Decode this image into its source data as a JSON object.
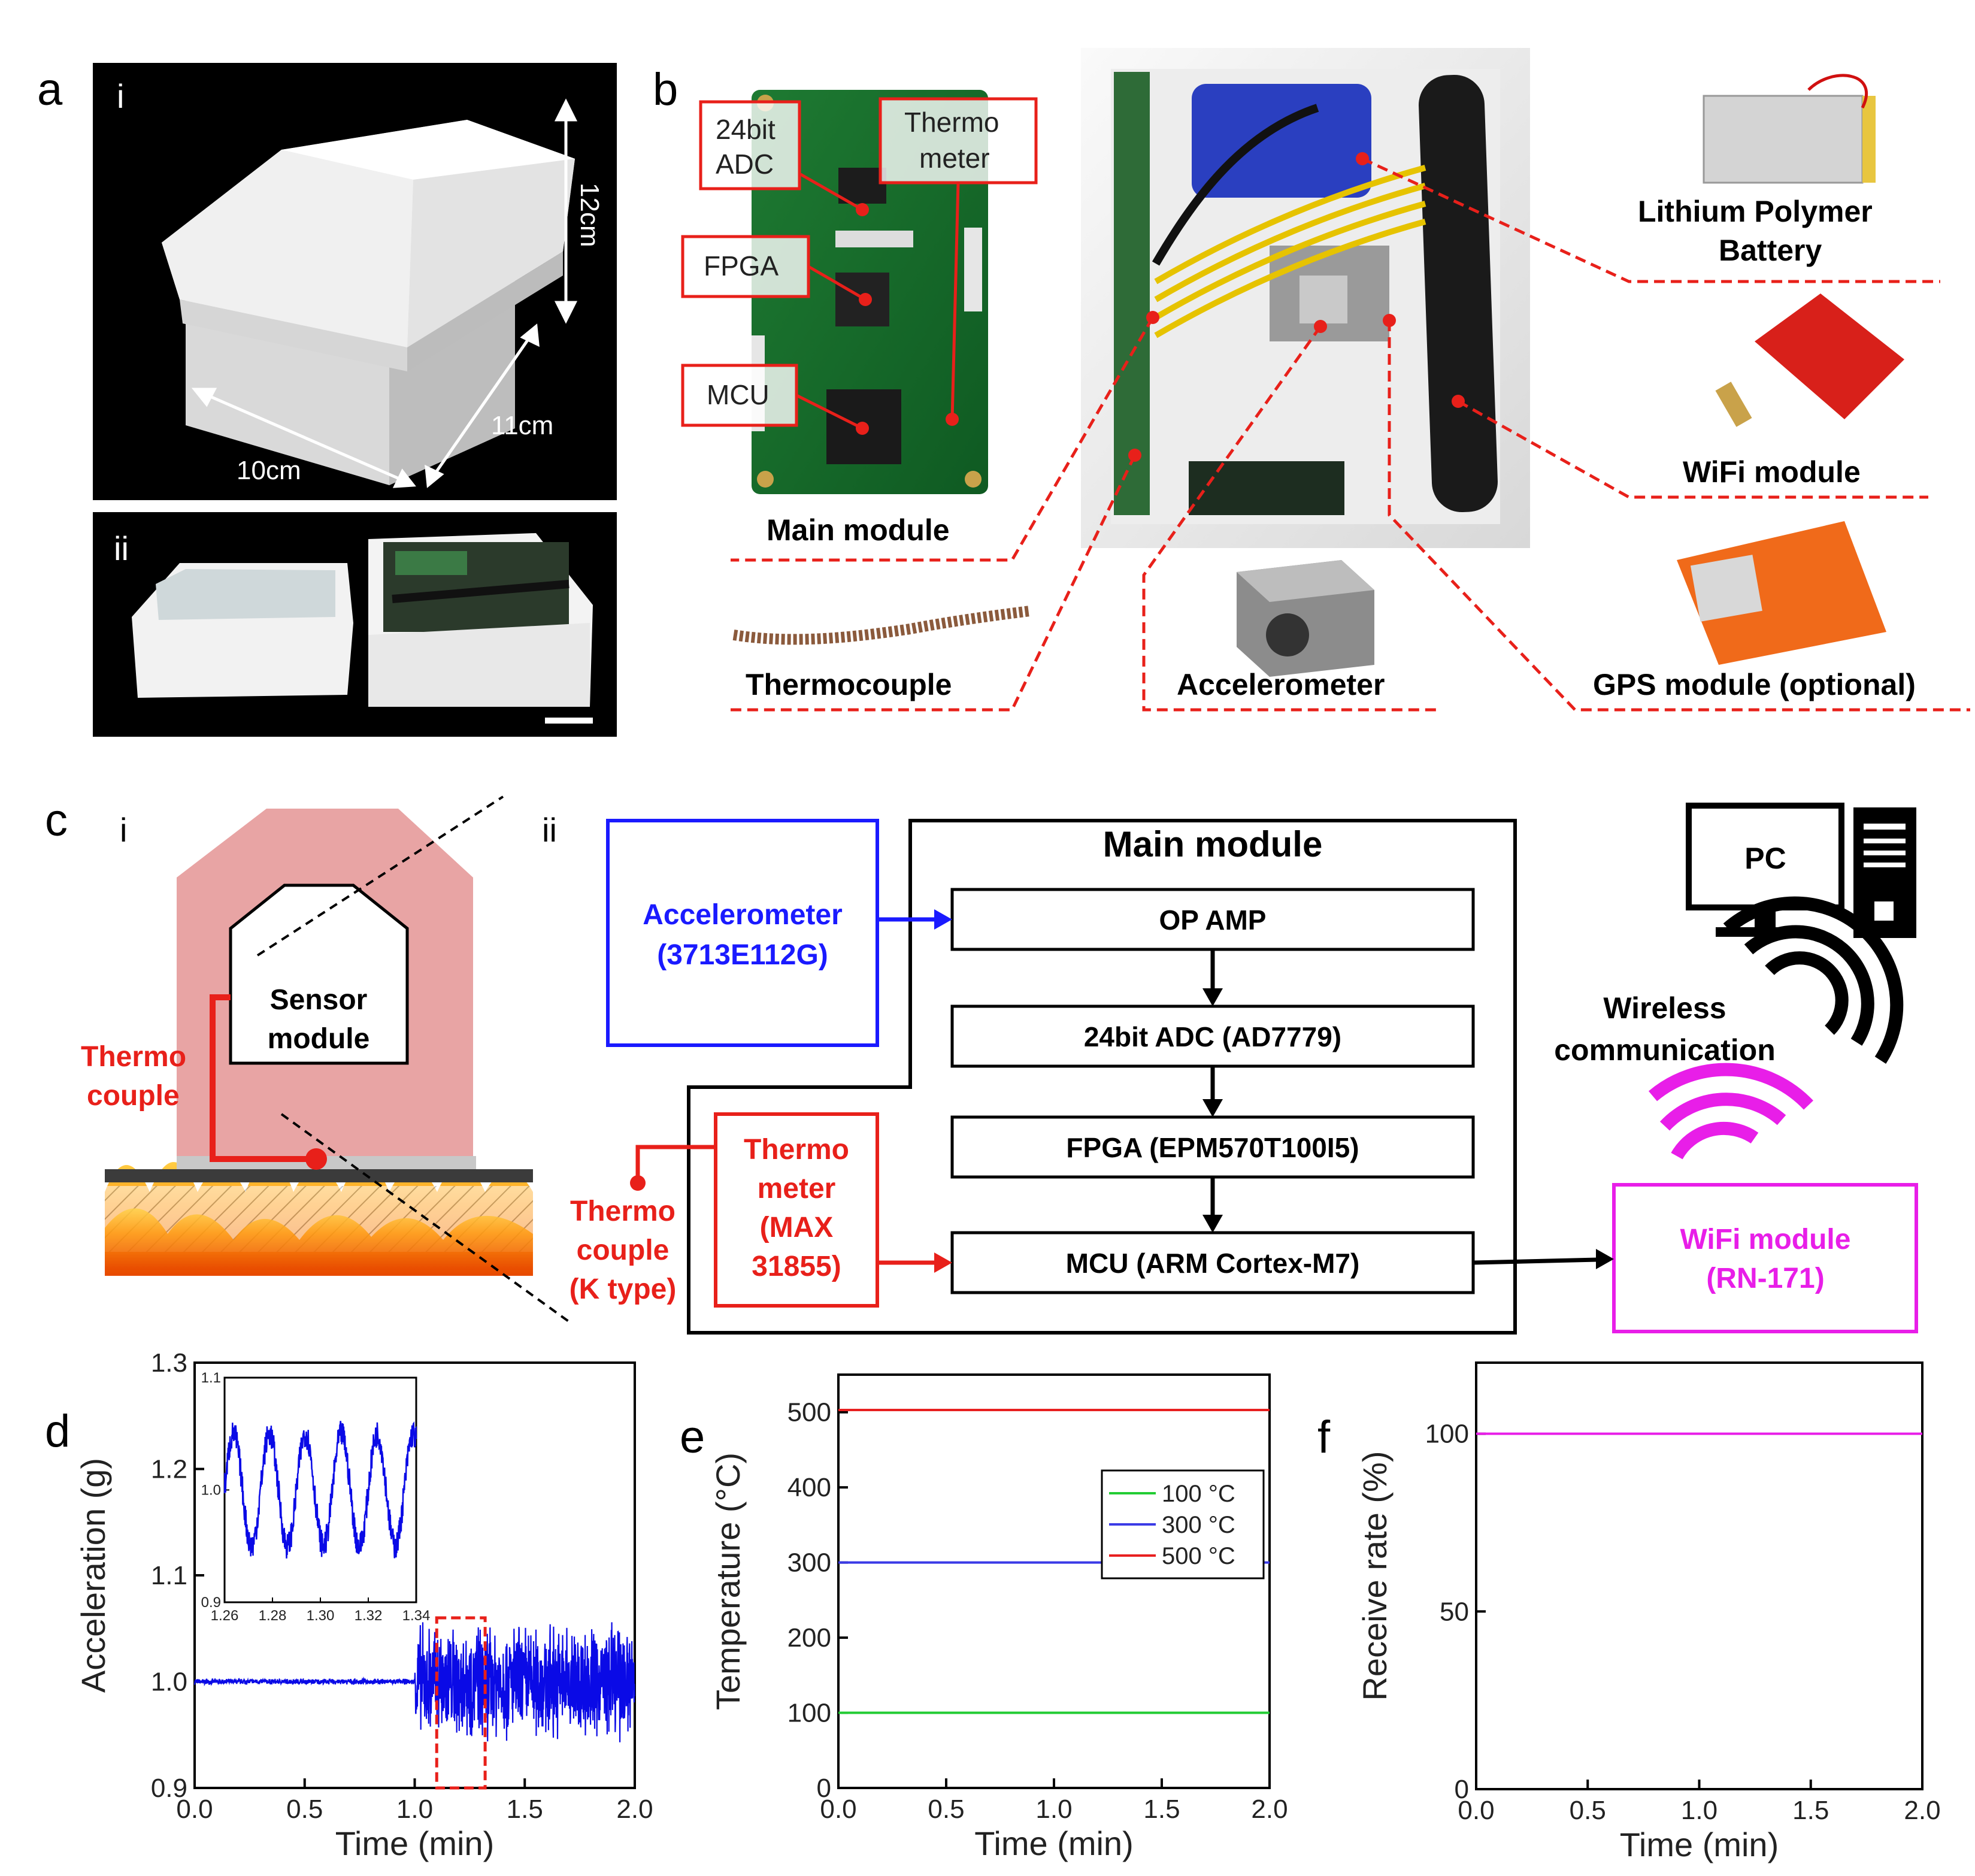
{
  "panels": {
    "a": "a",
    "b": "b",
    "c": "c",
    "d": "d",
    "e": "e",
    "f": "f",
    "i": "i",
    "ii": "ii"
  },
  "panel_a": {
    "dims": {
      "height": "12cm",
      "depth": "11cm",
      "width": "10cm"
    }
  },
  "panel_b": {
    "board_labels": {
      "adc_line1": "24bit",
      "adc_line2": "ADC",
      "thermo_line1": "Thermo",
      "thermo_line2": "meter",
      "fpga": "FPGA",
      "mcu": "MCU"
    },
    "captions": {
      "main_module": "Main module",
      "thermocouple": "Thermocouple",
      "accelerometer": "Accelerometer",
      "battery_line1": "Lithium  Polymer",
      "battery_line2": "Battery",
      "wifi": "WiFi module",
      "gps": "GPS module (optional)"
    },
    "colors": {
      "label_red": "#e8201a"
    }
  },
  "panel_c": {
    "sensor_line1": "Sensor",
    "sensor_line2": "module",
    "thermocouple_line1": "Thermo",
    "thermocouple_line2": "couple",
    "main_module": "Main module",
    "accelerometer_line1": "Accelerometer",
    "accelerometer_line2": "(3713E112G)",
    "op_amp": "OP AMP",
    "adc": "24bit ADC (AD7779)",
    "fpga": "FPGA (EPM570T100I5)",
    "mcu": "MCU (ARM Cortex-M7)",
    "thermometer_line1": "Thermo",
    "thermometer_line2": "meter",
    "thermometer_line3": "(MAX",
    "thermometer_line4": "31855)",
    "tc_line1": "Thermo",
    "tc_line2": "couple",
    "tc_line3": "(K type)",
    "pc": "PC",
    "wireless_line1": "Wireless",
    "wireless_line2": "communication",
    "wifi_line1": "WiFi module",
    "wifi_line2": "(RN-171)",
    "colors": {
      "blue": "#1a1aff",
      "red": "#e8201a",
      "magenta": "#e81ee8",
      "housing": "#e8a4a4"
    }
  },
  "chart_data": [
    {
      "id": "d",
      "type": "line",
      "xlabel": "Time (min)",
      "ylabel": "Acceleration (g)",
      "xlim": [
        0,
        2.0
      ],
      "ylim": [
        0.9,
        1.3
      ],
      "xticks": [
        "0.0",
        "0.5",
        "1.0",
        "1.5",
        "2.0"
      ],
      "yticks": [
        "0.9",
        "1.0",
        "1.1",
        "1.2",
        "1.3"
      ],
      "series": [
        {
          "color": "#0a0ae6",
          "segments": [
            {
              "x_range": [
                0,
                1.0
              ],
              "mean": 1.0,
              "noise_amplitude": 0.003
            },
            {
              "x_range": [
                1.0,
                2.0
              ],
              "mean": 1.0,
              "noise_amplitude": 0.06
            }
          ]
        }
      ],
      "highlight_box": {
        "x": [
          1.1,
          1.32
        ],
        "y": [
          0.9,
          1.06
        ],
        "color": "#e8201a"
      },
      "inset": {
        "xlim": [
          1.26,
          1.34
        ],
        "ylim": [
          0.9,
          1.1
        ],
        "xticks": [
          "1.26",
          "1.28",
          "1.30",
          "1.32",
          "1.34"
        ],
        "yticks": [
          "0.9",
          "1.0",
          "1.1"
        ],
        "oscillation": {
          "period": 0.015,
          "amplitude": 0.05,
          "center": 1.0
        }
      }
    },
    {
      "id": "e",
      "type": "line",
      "xlabel": "Time (min)",
      "ylabel": "Temperature (°C)",
      "xlim": [
        0,
        2.0
      ],
      "ylim": [
        0,
        550
      ],
      "xticks": [
        "0.0",
        "0.5",
        "1.0",
        "1.5",
        "2.0"
      ],
      "yticks": [
        "0",
        "100",
        "200",
        "300",
        "400",
        "500"
      ],
      "legend_position": "top-right",
      "series": [
        {
          "name": "100 °C",
          "color": "#22cc33",
          "x": [
            0,
            2.0
          ],
          "y": [
            100,
            100
          ]
        },
        {
          "name": "300 °C",
          "color": "#3a3ae6",
          "x": [
            0,
            2.0
          ],
          "y": [
            300,
            300
          ]
        },
        {
          "name": "500 °C",
          "color": "#e82020",
          "x": [
            0,
            2.0
          ],
          "y": [
            503,
            503
          ]
        }
      ]
    },
    {
      "id": "f",
      "type": "line",
      "xlabel": "Time (min)",
      "ylabel": "Receive rate (%)",
      "xlim": [
        0,
        2.0
      ],
      "ylim": [
        0,
        120
      ],
      "xticks": [
        "0.0",
        "0.5",
        "1.0",
        "1.5",
        "2.0"
      ],
      "yticks": [
        "0",
        "50",
        "100"
      ],
      "series": [
        {
          "color": "#e81ee8",
          "x": [
            0,
            2.0
          ],
          "y": [
            100,
            100
          ]
        }
      ]
    }
  ]
}
